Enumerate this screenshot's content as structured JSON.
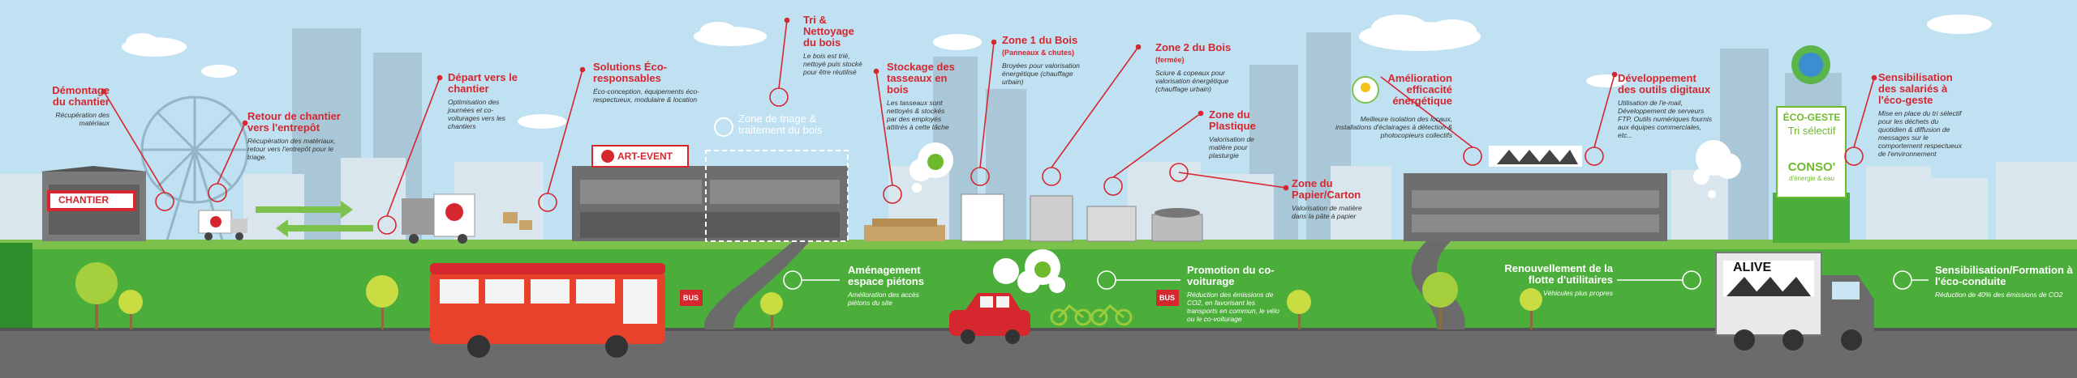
{
  "colors": {
    "red": "#d6262e",
    "grass": "#4cae3a",
    "road": "#6b6b6b",
    "sky": "#bfe1f2",
    "ecogreen": "#6fba2c"
  },
  "signs": {
    "chantier": "CHANTIER",
    "artevent": "ART-EVENT",
    "bus_stop_1": "BUS",
    "bus_stop_2": "BUS",
    "truck_brand": "ALIVE"
  },
  "eco_panel": {
    "line1": "ÉCO-GESTE",
    "line2": "Tri sélectif",
    "line3": "CONSO'",
    "line4": "d'énergie & eau"
  },
  "zone_triage": {
    "title": "Zone de triage & traitement du bois"
  },
  "labels": {
    "demontage": {
      "title": "Démontage du chantier",
      "desc": "Récupération des matériaux"
    },
    "retour": {
      "title": "Retour de chantier vers l'entrepôt",
      "desc": "Récupération des matériaux, retour vers l'entrepôt pour le triage."
    },
    "depart": {
      "title": "Départ vers le chantier",
      "desc": "Optimisation des journées et co-voiturages vers les chantiers"
    },
    "solutions": {
      "title": "Solutions Éco-responsables",
      "desc": "Éco-conception, équipements éco-respectueux, modulaire & location"
    },
    "tri": {
      "title": "Tri & Nettoyage du bois",
      "desc": "Le bois est trié, nettoyé puis stocké pour être réutilisé"
    },
    "stockage": {
      "title": "Stockage des tasseaux en bois",
      "desc": "Les tasseaux sont nettoyés & stockés par des employés attitrés à cette tâche"
    },
    "zone1": {
      "title": "Zone 1 du Bois",
      "sub": "(Panneaux & chutes)",
      "desc": "Broyées pour valorisation énergétique (chauffage urbain)"
    },
    "zone2": {
      "title": "Zone 2 du Bois",
      "sub": "(fermée)",
      "desc": "Sciure & copeaux pour valorisation énergétique (chauffage urbain)"
    },
    "plastique": {
      "title": "Zone du Plastique",
      "desc": "Valorisation de matière pour plasturgie"
    },
    "papier": {
      "title": "Zone du Papier/Carton",
      "desc": "Valorisation de matière dans la pâte à papier"
    },
    "amelioration": {
      "title": "Amélioration efficacité énergétique",
      "desc": "Meilleure isolation des locaux, installations d'éclairages à détection & photocopieurs collectifs"
    },
    "developpement": {
      "title": "Développement des outils digitaux",
      "desc": "Utilisation de l'e-mail, Développement de serveurs FTP, Outils numériques fournis aux équipes commerciales, etc..."
    },
    "sensibilisation_salaries": {
      "title": "Sensibilisation des salariés à l'éco-geste",
      "desc": "Mise en place du tri sélectif pour les déchets du quotidien & diffusion de messages sur le comportement respectueux de l'environnement"
    },
    "amenagement": {
      "title": "Aménagement espace piétons",
      "desc": "Amélioration des accès piétons du site"
    },
    "covoiturage": {
      "title": "Promotion du co-voiturage",
      "desc": "Réduction des émissions de CO2, en favorisant les transports en commun, le vélo ou le co-voiturage"
    },
    "renouvellement": {
      "title": "Renouvellement de la flotte d'utilitaires",
      "desc": "Véhicules plus propres"
    },
    "ecoconduite": {
      "title": "Sensibilisation/Formation à l'éco-conduite",
      "desc": "Réduction de 40% des émissions de CO2"
    }
  }
}
